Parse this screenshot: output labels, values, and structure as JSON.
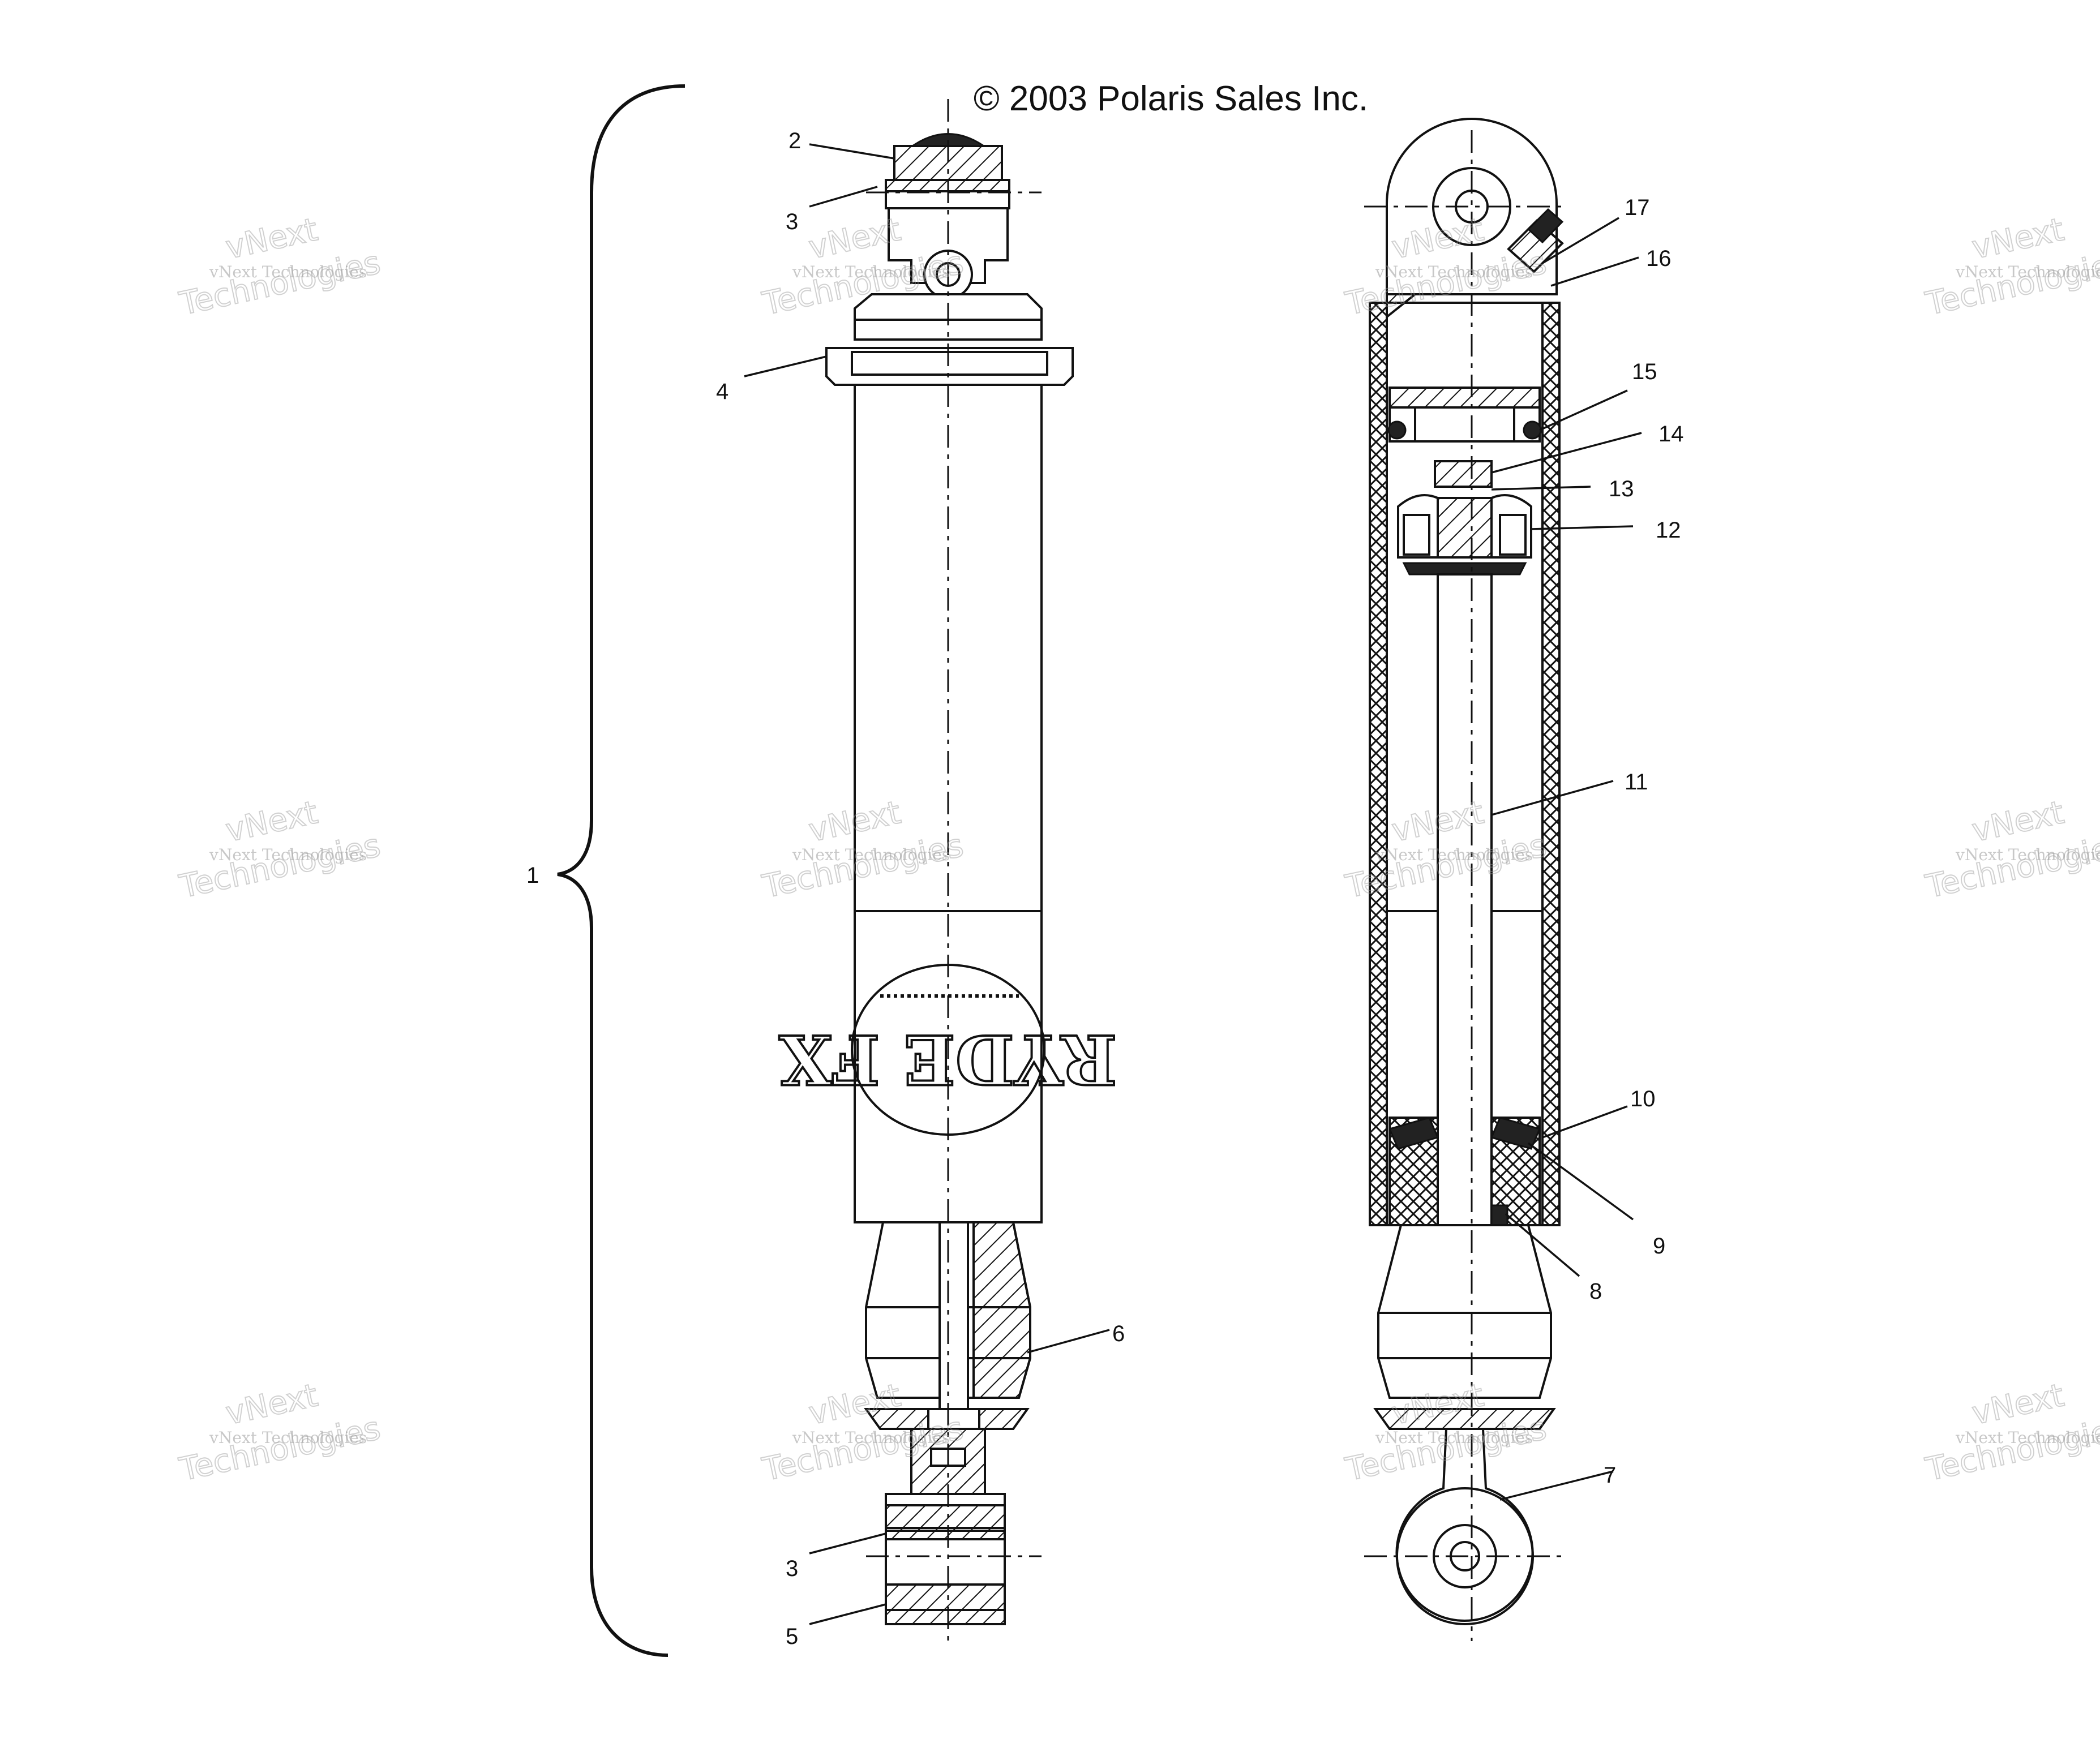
{
  "copyright": "© 2003 Polaris Sales Inc.",
  "callouts": {
    "c1": "1",
    "c2": "2",
    "c3a": "3",
    "c3b": "3",
    "c4": "4",
    "c5": "5",
    "c6": "6",
    "c7": "7",
    "c8": "8",
    "c9": "9",
    "c10": "10",
    "c11": "11",
    "c12": "12",
    "c13": "13",
    "c14": "14",
    "c15": "15",
    "c16": "16",
    "c17": "17"
  },
  "watermark": {
    "small": "vNext Technologies",
    "large_top": "vNext",
    "large_bottom": "Technologies"
  },
  "logo": "RYDE FX"
}
